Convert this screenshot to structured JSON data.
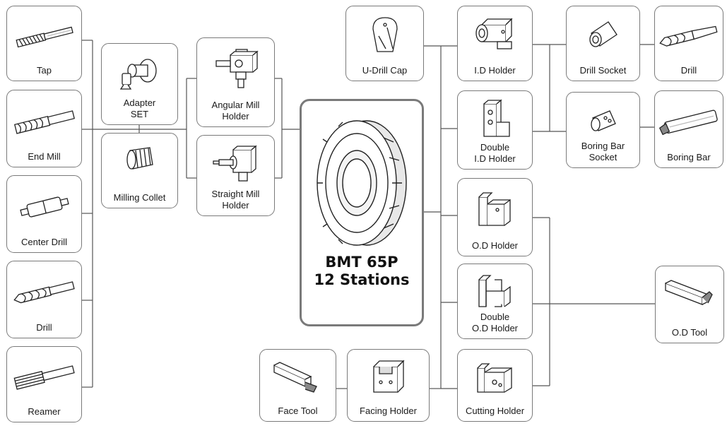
{
  "center": {
    "title": "BMT 65P\n12 Stations",
    "icon": "turret-icon"
  },
  "nodes": {
    "tap": {
      "label": "Tap",
      "icon": "tap-icon"
    },
    "end_mill": {
      "label": "End Mill",
      "icon": "end-mill-icon"
    },
    "center_drill": {
      "label": "Center Drill",
      "icon": "center-drill-icon"
    },
    "drill_left": {
      "label": "Drill",
      "icon": "drill-icon"
    },
    "reamer": {
      "label": "Reamer",
      "icon": "reamer-icon"
    },
    "adapter_set": {
      "label": "Adapter\nSET",
      "icon": "adapter-icon"
    },
    "milling_collet": {
      "label": "Milling Collet",
      "icon": "collet-icon"
    },
    "angular_mill_holder": {
      "label": "Angular Mill\nHolder",
      "icon": "angular-holder-icon"
    },
    "straight_mill_holder": {
      "label": "Straight Mill\nHolder",
      "icon": "straight-holder-icon"
    },
    "u_drill_cap": {
      "label": "U-Drill Cap",
      "icon": "u-drill-cap-icon"
    },
    "id_holder": {
      "label": "I.D Holder",
      "icon": "id-holder-icon"
    },
    "double_id_holder": {
      "label": "Double\nI.D Holder",
      "icon": "double-id-holder-icon"
    },
    "drill_socket": {
      "label": "Drill Socket",
      "icon": "drill-socket-icon"
    },
    "boring_bar_socket": {
      "label": "Boring Bar\nSocket",
      "icon": "boring-socket-icon"
    },
    "drill_right": {
      "label": "Drill",
      "icon": "drill-icon"
    },
    "boring_bar": {
      "label": "Boring Bar",
      "icon": "boring-bar-icon"
    },
    "od_holder": {
      "label": "O.D Holder",
      "icon": "od-holder-icon"
    },
    "double_od_holder": {
      "label": "Double\nO.D Holder",
      "icon": "double-od-holder-icon"
    },
    "cutting_holder": {
      "label": "Cutting Holder",
      "icon": "cutting-holder-icon"
    },
    "facing_holder": {
      "label": "Facing Holder",
      "icon": "facing-holder-icon"
    },
    "face_tool": {
      "label": "Face Tool",
      "icon": "face-tool-icon"
    },
    "od_tool": {
      "label": "O.D Tool",
      "icon": "od-tool-icon"
    }
  },
  "colors": {
    "border": "#7a7a7a",
    "line": "#555555",
    "text": "#1a1a1a"
  }
}
